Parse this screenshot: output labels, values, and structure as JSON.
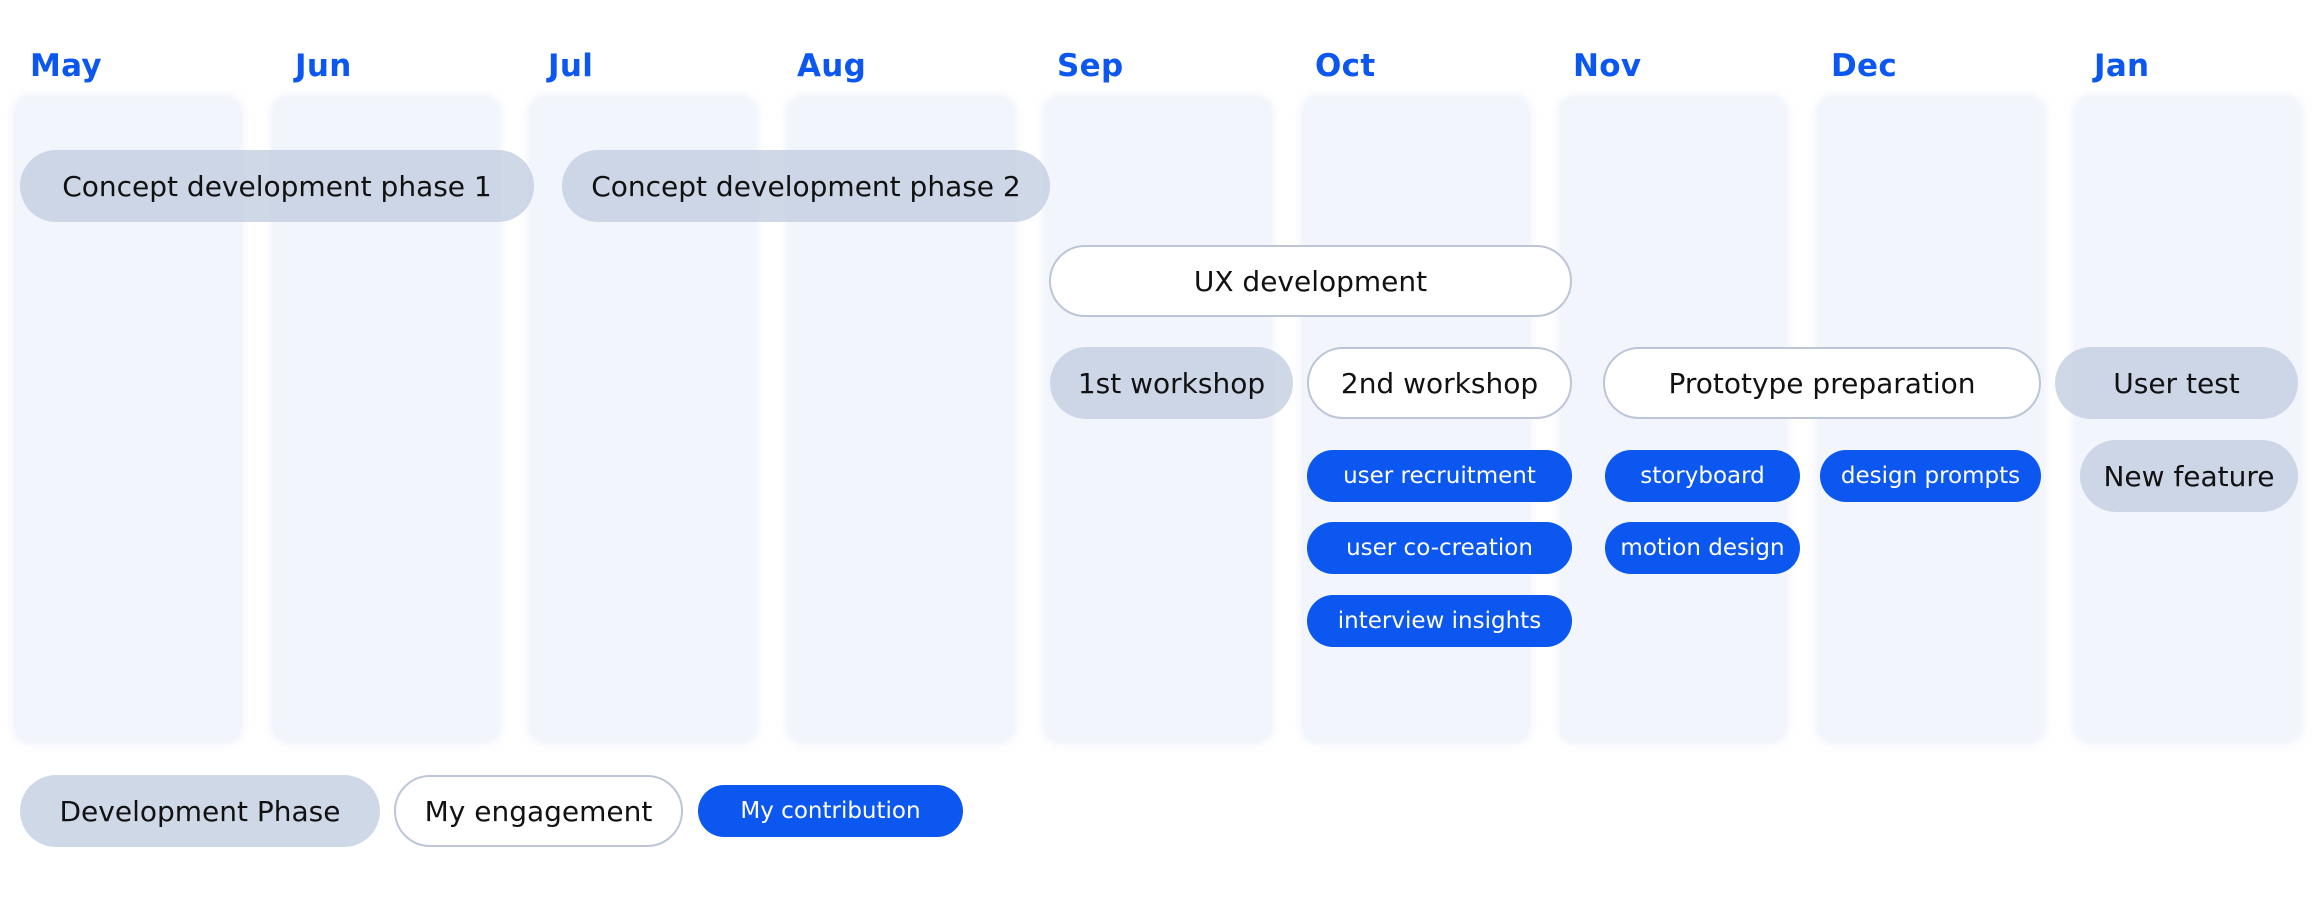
{
  "months": [
    "May",
    "Jun",
    "Jul",
    "Aug",
    "Sep",
    "Oct",
    "Nov",
    "Dec",
    "Jan"
  ],
  "phases": {
    "concept_1": "Concept development phase 1",
    "concept_2": "Concept development phase 2",
    "workshop_1": "1st workshop",
    "user_test": "User test",
    "new_feature": "New feature"
  },
  "engagements": {
    "ux_development": "UX development",
    "workshop_2": "2nd workshop",
    "prototype_preparation": "Prototype preparation"
  },
  "contributions": {
    "user_recruitment": "user recruitment",
    "user_co_creation": "user co-creation",
    "interview_insights": "interview insights",
    "storyboard": "storyboard",
    "motion_design": "motion design",
    "design_prompts": "design prompts"
  },
  "legend": {
    "development_phase": "Development Phase",
    "my_engagement": "My engagement",
    "my_contribution": "My contribution"
  },
  "colors": {
    "accent": "#0b57f0",
    "phase_fill": "#c1cddf",
    "engagement_border": "#bcc6d8",
    "column_fill": "#eef1fb"
  }
}
